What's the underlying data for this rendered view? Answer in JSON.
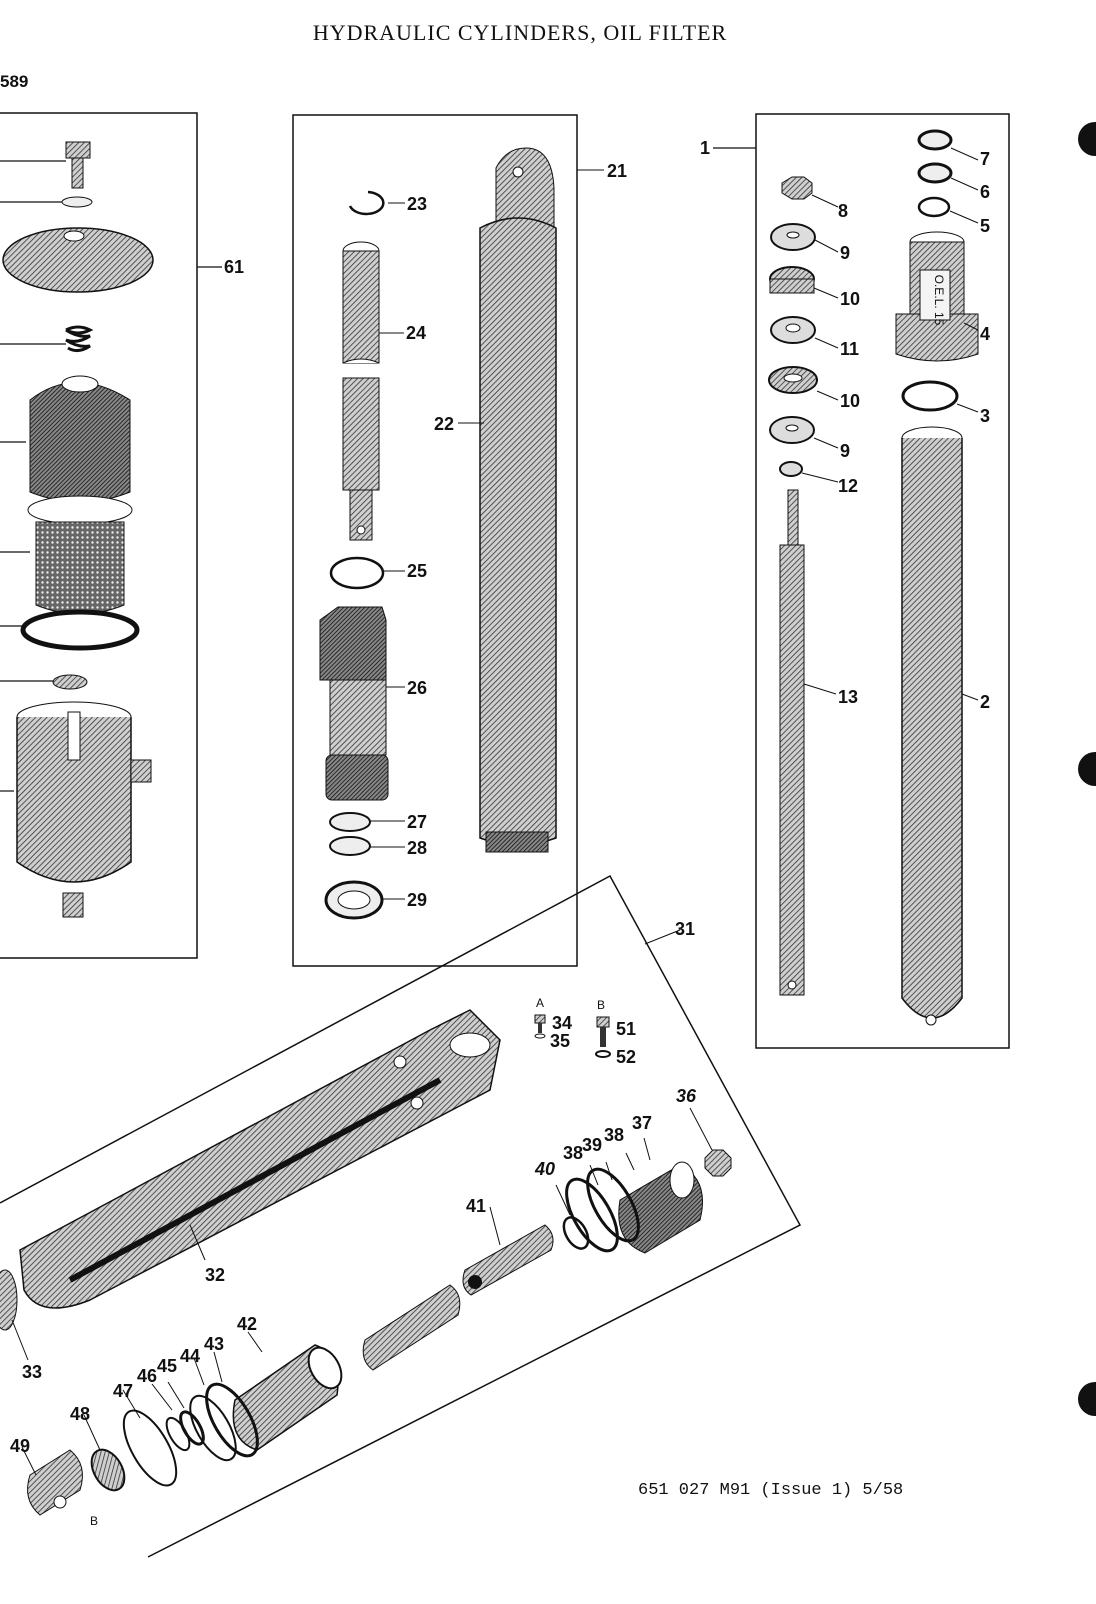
{
  "header": {
    "title": "HYDRAULIC CYLINDERS, OIL FILTER",
    "page_ref": "589"
  },
  "footer": {
    "doc_ref": "651 027 M91 (Issue 1) 5/58"
  },
  "callouts": {
    "c1": "1",
    "c2": "2",
    "c3": "3",
    "c4": "4",
    "c5": "5",
    "c6": "6",
    "c7": "7",
    "c8": "8",
    "c9a": "9",
    "c9b": "9",
    "c10a": "10",
    "c10b": "10",
    "c11": "11",
    "c12": "12",
    "c13": "13",
    "c21": "21",
    "c22": "22",
    "c23": "23",
    "c24": "24",
    "c25": "25",
    "c26": "26",
    "c27": "27",
    "c28": "28",
    "c29": "29",
    "c31": "31",
    "c32": "32",
    "c33": "33",
    "c34": "34",
    "c35": "35",
    "c36": "36",
    "c37": "37",
    "c38a": "38",
    "c38b": "38",
    "c39": "39",
    "c40": "40",
    "c41": "41",
    "c42": "42",
    "c43": "43",
    "c44": "44",
    "c45": "45",
    "c46": "46",
    "c47": "47",
    "c48": "48",
    "c49": "49",
    "c51": "51",
    "c52": "52",
    "c61": "61"
  },
  "markers": {
    "a": "A",
    "b": "B",
    "b_small": "B"
  },
  "stamp": "O.E.L. 15"
}
